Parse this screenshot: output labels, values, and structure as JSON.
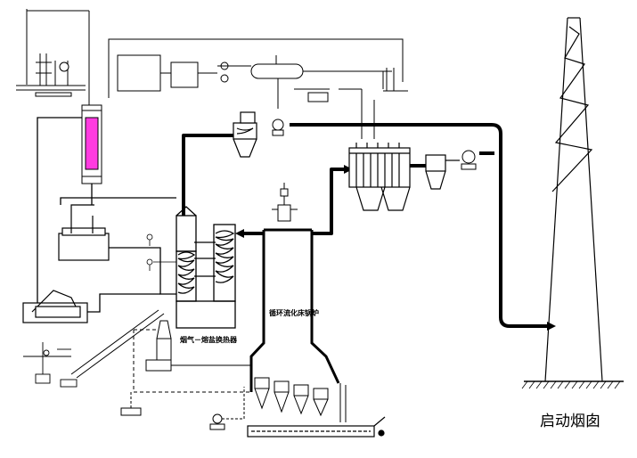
{
  "labels": {
    "boiler": "循环流化床锅炉",
    "heat_exchanger": "烟气－熔盐换热器",
    "chimney": "启动烟囱"
  }
}
